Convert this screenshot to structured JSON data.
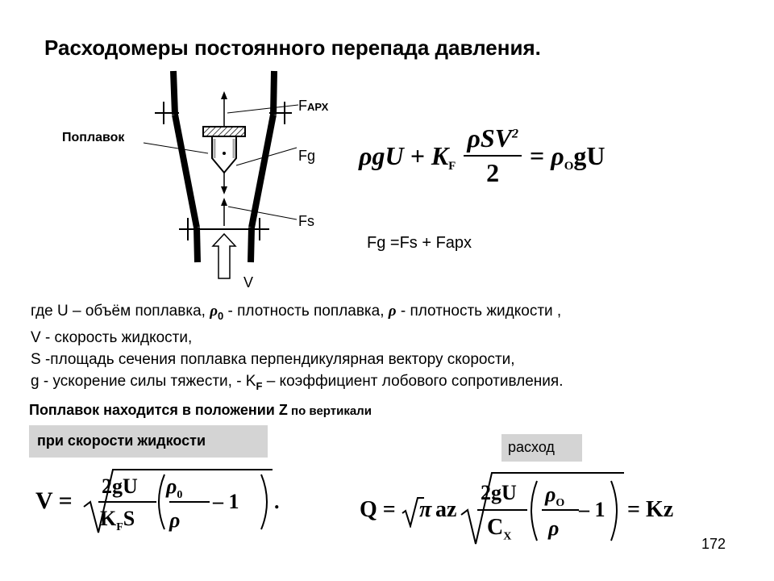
{
  "title": "Расходомеры постоянного перепада давления.",
  "diagram": {
    "label_float": "Поплавок",
    "label_farh": "F",
    "label_farh_sub": "АРХ",
    "label_fg": "Fg",
    "label_fs": "Fs",
    "label_v": "V"
  },
  "equations": {
    "balance_left": "ρgU + K",
    "balance_kf_sub": "F",
    "balance_frac_num": "ρSV",
    "balance_frac_num_sup": "2",
    "balance_frac_den": "2",
    "balance_right_eq": "=",
    "balance_right": "ρ",
    "balance_right_sub": "O",
    "balance_right_tail": "gU",
    "forces": "Fg =Fs + Fapx"
  },
  "description": {
    "line1_a": "где U – объём поплавка,",
    "line1_rho0": "ρ",
    "line1_rho0_sub": "0",
    "line1_b": "- плотность поплавка,",
    "line1_rho": "ρ",
    "line1_c": "- плотность жидкости ,",
    "line2": " V - скорость жидкости,",
    "line3": "S -площадь сечения поплавка перпендикулярная вектору скорости,",
    "line4_a": "g - ускорение силы тяжести, - K",
    "line4_sub": "F",
    "line4_b": " – коэффициент лобового сопротивления."
  },
  "position_note": {
    "main": "Поплавок находится в положении ",
    "z": "Z",
    "tail": " по вертикали"
  },
  "velocity_box": "при скорости жидкости",
  "flow_box": "расход",
  "velocity_formula": {
    "lhs": "V =",
    "num": "2gU",
    "den_k": "K",
    "den_k_sub": "F",
    "den_s": "S",
    "inner_num": "ρ",
    "inner_num_sub": "0",
    "inner_den": "ρ",
    "minus_one": "– 1",
    "dot": "."
  },
  "flow_formula": {
    "lhs": "Q =",
    "pi": "π",
    "az": "az",
    "num": "2gU",
    "den_c": "C",
    "den_c_sub": "X",
    "inner_num": "ρ",
    "inner_num_sub": "O",
    "inner_den": "ρ",
    "minus_one": "– 1",
    "rhs": "= Kz"
  },
  "page_number": "172",
  "colors": {
    "highlight": "#d4d4d4",
    "ink": "#000000"
  }
}
